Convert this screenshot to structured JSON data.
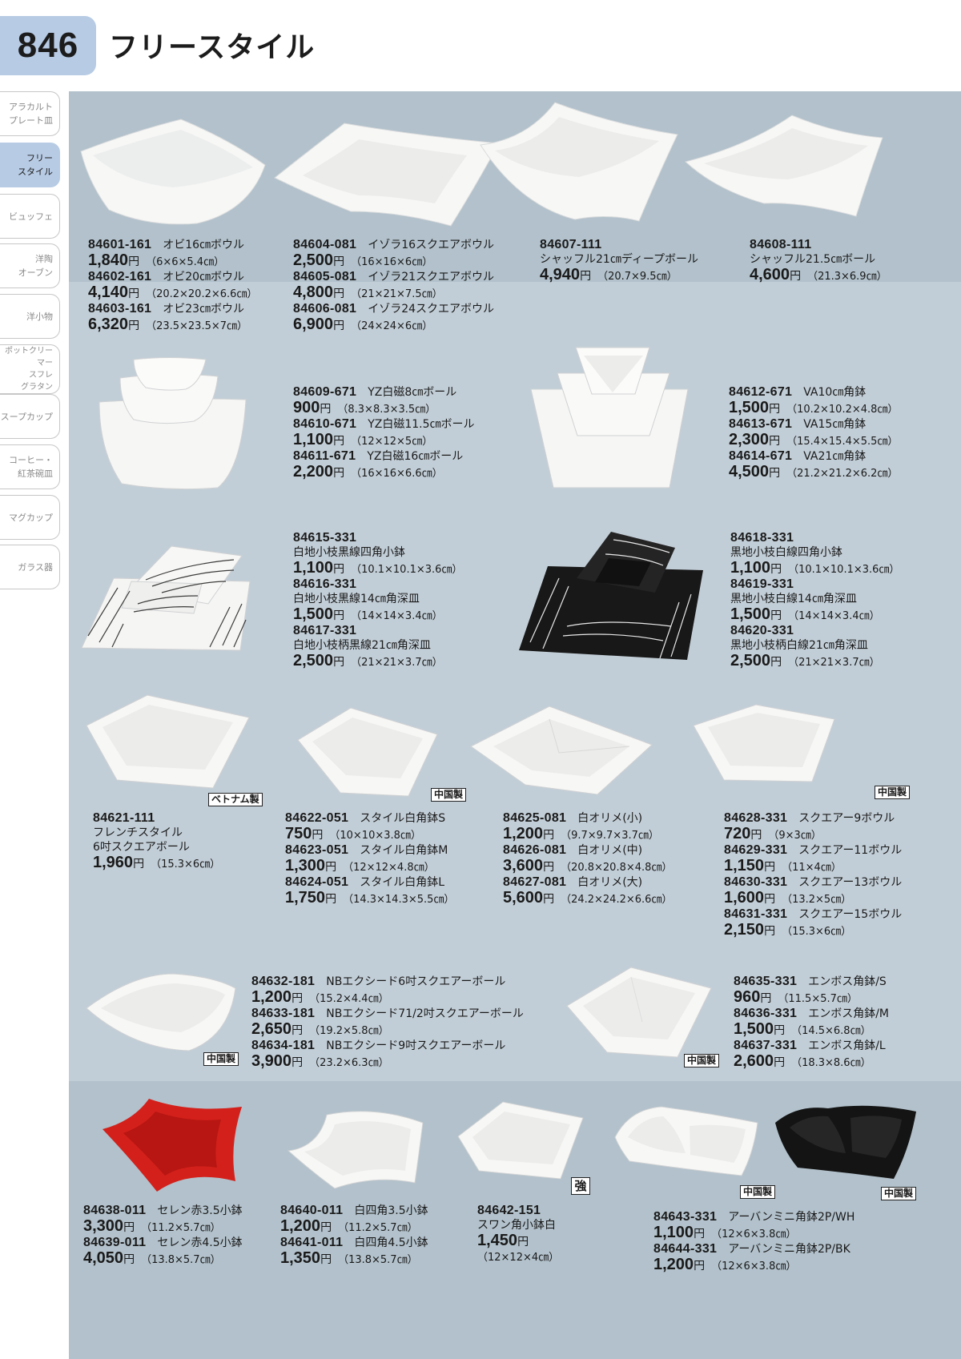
{
  "header": {
    "page_number": "846",
    "title": "フリースタイル"
  },
  "tabs": [
    {
      "label": "アラカルト\nプレート皿",
      "active": false
    },
    {
      "label": "フリー\nスタイル",
      "active": true
    },
    {
      "label": "ビュッフェ",
      "active": false
    },
    {
      "label": "洋陶\nオーブン",
      "active": false
    },
    {
      "label": "洋小物",
      "active": false
    },
    {
      "label": "ポットクリーマー\nスフレ\nグラタン",
      "active": false
    },
    {
      "label": "スープカップ",
      "active": false
    },
    {
      "label": "コーヒー・\n紅茶碗皿",
      "active": false
    },
    {
      "label": "マグカップ",
      "active": false
    },
    {
      "label": "ガラス器",
      "active": false
    }
  ],
  "products": {
    "p84601": {
      "code": "84601-161",
      "name": "オビ16㎝ボウル",
      "price": "1,840",
      "yen": "円",
      "size": "（6×6×5.4㎝）"
    },
    "p84602": {
      "code": "84602-161",
      "name": "オビ20㎝ボウル",
      "price": "4,140",
      "yen": "円",
      "size": "（20.2×20.2×6.6㎝）"
    },
    "p84603": {
      "code": "84603-161",
      "name": "オビ23㎝ボウル",
      "price": "6,320",
      "yen": "円",
      "size": "（23.5×23.5×7㎝）"
    },
    "p84604": {
      "code": "84604-081",
      "name": "イゾラ16スクエアボウル",
      "price": "2,500",
      "yen": "円",
      "size": "（16×16×6㎝）"
    },
    "p84605": {
      "code": "84605-081",
      "name": "イゾラ21スクエアボウル",
      "price": "4,800",
      "yen": "円",
      "size": "（21×21×7.5㎝）"
    },
    "p84606": {
      "code": "84606-081",
      "name": "イゾラ24スクエアボウル",
      "price": "6,900",
      "yen": "円",
      "size": "（24×24×6㎝）"
    },
    "p84607": {
      "code": "84607-111",
      "name": "シャッフル21㎝ディープボール",
      "price": "4,940",
      "yen": "円",
      "size": "（20.7×9.5㎝）"
    },
    "p84608": {
      "code": "84608-111",
      "name": "シャッフル21.5㎝ボール",
      "price": "4,600",
      "yen": "円",
      "size": "（21.3×6.9㎝）"
    },
    "p84609": {
      "code": "84609-671",
      "name": "YZ白磁8㎝ボール",
      "price": "900",
      "yen": "円",
      "size": "（8.3×8.3×3.5㎝）"
    },
    "p84610": {
      "code": "84610-671",
      "name": "YZ白磁11.5㎝ボール",
      "price": "1,100",
      "yen": "円",
      "size": "（12×12×5㎝）"
    },
    "p84611": {
      "code": "84611-671",
      "name": "YZ白磁16㎝ボール",
      "price": "2,200",
      "yen": "円",
      "size": "（16×16×6.6㎝）"
    },
    "p84612": {
      "code": "84612-671",
      "name": "VA10㎝角鉢",
      "price": "1,500",
      "yen": "円",
      "size": "（10.2×10.2×4.8㎝）"
    },
    "p84613": {
      "code": "84613-671",
      "name": "VA15㎝角鉢",
      "price": "2,300",
      "yen": "円",
      "size": "（15.4×15.4×5.5㎝）"
    },
    "p84614": {
      "code": "84614-671",
      "name": "VA21㎝角鉢",
      "price": "4,500",
      "yen": "円",
      "size": "（21.2×21.2×6.2㎝）"
    },
    "p84615": {
      "code": "84615-331",
      "name": "白地小枝黒線四角小鉢",
      "price": "1,100",
      "yen": "円",
      "size": "（10.1×10.1×3.6㎝）"
    },
    "p84616": {
      "code": "84616-331",
      "name": "白地小枝黒線14㎝角深皿",
      "price": "1,500",
      "yen": "円",
      "size": "（14×14×3.4㎝）"
    },
    "p84617": {
      "code": "84617-331",
      "name": "白地小枝柄黒線21㎝角深皿",
      "price": "2,500",
      "yen": "円",
      "size": "（21×21×3.7㎝）"
    },
    "p84618": {
      "code": "84618-331",
      "name": "黒地小枝白線四角小鉢",
      "price": "1,100",
      "yen": "円",
      "size": "（10.1×10.1×3.6㎝）"
    },
    "p84619": {
      "code": "84619-331",
      "name": "黒地小枝白線14㎝角深皿",
      "price": "1,500",
      "yen": "円",
      "size": "（14×14×3.4㎝）"
    },
    "p84620": {
      "code": "84620-331",
      "name": "黒地小枝柄白線21㎝角深皿",
      "price": "2,500",
      "yen": "円",
      "size": "（21×21×3.7㎝）"
    },
    "p84621": {
      "code": "84621-111",
      "name1": "フレンチスタイル",
      "name2": "6吋スクエアボール",
      "price": "1,960",
      "yen": "円",
      "size": "（15.3×6㎝）"
    },
    "p84622": {
      "code": "84622-051",
      "name": "スタイル白角鉢S",
      "price": "750",
      "yen": "円",
      "size": "（10×10×3.8㎝）"
    },
    "p84623": {
      "code": "84623-051",
      "name": "スタイル白角鉢M",
      "price": "1,300",
      "yen": "円",
      "size": "（12×12×4.8㎝）"
    },
    "p84624": {
      "code": "84624-051",
      "name": "スタイル白角鉢L",
      "price": "1,750",
      "yen": "円",
      "size": "（14.3×14.3×5.5㎝）"
    },
    "p84625": {
      "code": "84625-081",
      "name": "白オリメ(小)",
      "price": "1,200",
      "yen": "円",
      "size": "（9.7×9.7×3.7㎝）"
    },
    "p84626": {
      "code": "84626-081",
      "name": "白オリメ(中)",
      "price": "3,600",
      "yen": "円",
      "size": "（20.8×20.8×4.8㎝）"
    },
    "p84627": {
      "code": "84627-081",
      "name": "白オリメ(大)",
      "price": "5,600",
      "yen": "円",
      "size": "（24.2×24.2×6.6㎝）"
    },
    "p84628": {
      "code": "84628-331",
      "name": "スクエアー9ボウル",
      "price": "720",
      "yen": "円",
      "size": "（9×3㎝）"
    },
    "p84629": {
      "code": "84629-331",
      "name": "スクエアー11ボウル",
      "price": "1,150",
      "yen": "円",
      "size": "（11×4㎝）"
    },
    "p84630": {
      "code": "84630-331",
      "name": "スクエアー13ボウル",
      "price": "1,600",
      "yen": "円",
      "size": "（13.2×5㎝）"
    },
    "p84631": {
      "code": "84631-331",
      "name": "スクエアー15ボウル",
      "price": "2,150",
      "yen": "円",
      "size": "（15.3×6㎝）"
    },
    "p84632": {
      "code": "84632-181",
      "name": "NBエクシード6吋スクエアーボール",
      "price": "1,200",
      "yen": "円",
      "size": "（15.2×4.4㎝）"
    },
    "p84633": {
      "code": "84633-181",
      "name": "NBエクシード71/2吋スクエアーボール",
      "price": "2,650",
      "yen": "円",
      "size": "（19.2×5.8㎝）"
    },
    "p84634": {
      "code": "84634-181",
      "name": "NBエクシード9吋スクエアーボール",
      "price": "3,900",
      "yen": "円",
      "size": "（23.2×6.3㎝）"
    },
    "p84635": {
      "code": "84635-331",
      "name": "エンボス角鉢/S",
      "price": "960",
      "yen": "円",
      "size": "（11.5×5.7㎝）"
    },
    "p84636": {
      "code": "84636-331",
      "name": "エンボス角鉢/M",
      "price": "1,500",
      "yen": "円",
      "size": "（14.5×6.8㎝）"
    },
    "p84637": {
      "code": "84637-331",
      "name": "エンボス角鉢/L",
      "price": "2,600",
      "yen": "円",
      "size": "（18.3×8.6㎝）"
    },
    "p84638": {
      "code": "84638-011",
      "name": "セレン赤3.5小鉢",
      "price": "3,300",
      "yen": "円",
      "size": "（11.2×5.7㎝）"
    },
    "p84639": {
      "code": "84639-011",
      "name": "セレン赤4.5小鉢",
      "price": "4,050",
      "yen": "円",
      "size": "（13.8×5.7㎝）"
    },
    "p84640": {
      "code": "84640-011",
      "name": "白四角3.5小鉢",
      "price": "1,200",
      "yen": "円",
      "size": "（11.2×5.7㎝）"
    },
    "p84641": {
      "code": "84641-011",
      "name": "白四角4.5小鉢",
      "price": "1,350",
      "yen": "円",
      "size": "（13.8×5.7㎝）"
    },
    "p84642": {
      "code": "84642-151",
      "name": "スワン角小鉢白",
      "price": "1,450",
      "yen": "円",
      "size": "（12×12×4㎝）"
    },
    "p84643": {
      "code": "84643-331",
      "name": "アーバンミニ角鉢2P/WH",
      "price": "1,100",
      "yen": "円",
      "size": "（12×6×3.8㎝）"
    },
    "p84644": {
      "code": "84644-331",
      "name": "アーバンミニ角鉢2P/BK",
      "price": "1,200",
      "yen": "円",
      "size": "（12×6×3.8㎝）"
    }
  },
  "labels": {
    "vietnam": "ベトナム製",
    "china": "中国製",
    "strong": "強"
  },
  "colors": {
    "tab_active": "#b7cbe4",
    "background": "#c2ced7",
    "band": "#b2c1cb",
    "porcelain": "#f7f7f5",
    "red": "#d3201b",
    "black": "#141414"
  }
}
